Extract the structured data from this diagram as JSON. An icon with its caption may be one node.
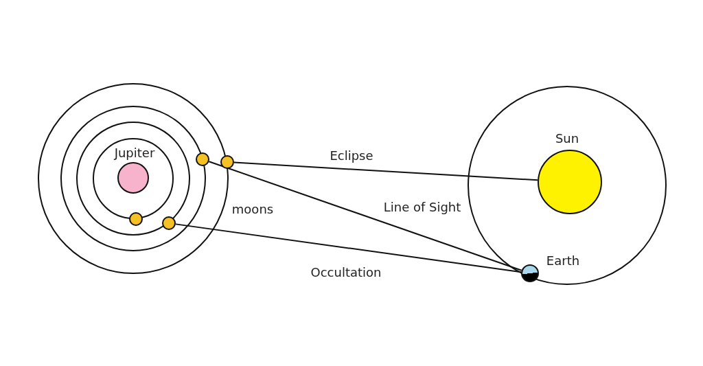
{
  "diagram": {
    "nodes": [
      {
        "text": [
          "Jupiter"
        ]
      },
      {
        "text": [],
        "shape": "circle"
      },
      {
        "text": [],
        "shape": "circle"
      },
      {
        "text": [],
        "shape": "circle"
      },
      {
        "text": [],
        "shape": "circle"
      },
      {
        "text": [
          "Sun"
        ]
      },
      {
        "text": [
          "Earth"
        ]
      }
    ],
    "edges": [
      {
        "from": 4,
        "to": 5,
        "arrow": "none",
        "label": "Eclipse"
      },
      {
        "from": 3,
        "to": 6,
        "arrow": "none",
        "label": "Line of Sight"
      },
      {
        "from": 2,
        "to": 6,
        "arrow": "none",
        "label": "Occultation"
      }
    ],
    "labels": [
      "moons"
    ]
  }
}
